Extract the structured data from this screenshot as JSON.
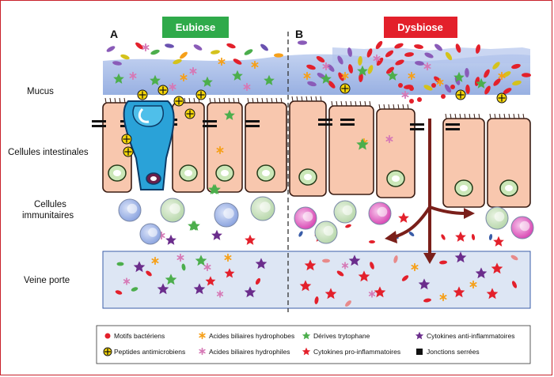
{
  "panels": {
    "a": {
      "letter": "A",
      "title": "Eubiose",
      "color": "#2faa4a"
    },
    "b": {
      "letter": "B",
      "title": "Dysbiose",
      "color": "#e3202b"
    }
  },
  "labels": {
    "mucus": "Mucus",
    "intestinal": "Cellules intestinales",
    "immune_1": "Cellules",
    "immune_2": "immunitaires",
    "portal": "Veine porte"
  },
  "legend": [
    {
      "icon": "red-dot",
      "text": "Motifs bactériens"
    },
    {
      "icon": "yellow-cross-circle",
      "text": "Peptides antimicrobiens"
    },
    {
      "icon": "orange-asterisk",
      "text": "Acides biliaires hydrophobes"
    },
    {
      "icon": "pink-asterisk",
      "text": "Acides biliaires hydrophiles"
    },
    {
      "icon": "green-star",
      "text": "Dérives trytophane"
    },
    {
      "icon": "red-star",
      "text": "Cytokines pro-inflammatoires"
    },
    {
      "icon": "purple-star",
      "text": "Cytokines anti-inflammatoires"
    },
    {
      "icon": "black-square",
      "text": "Jonctions serrées"
    }
  ],
  "colors": {
    "mucus": "#a9bde8",
    "cell_fill": "#f8c7ae",
    "cell_stroke": "#3a1d14",
    "vein": "#dde6f4",
    "arrow": "#7a1f1a",
    "green_star": "#4cae4c",
    "red_star": "#e3202b",
    "purple_star": "#6b2d8c",
    "orange": "#f6a01a",
    "pink": "#d679b6"
  }
}
